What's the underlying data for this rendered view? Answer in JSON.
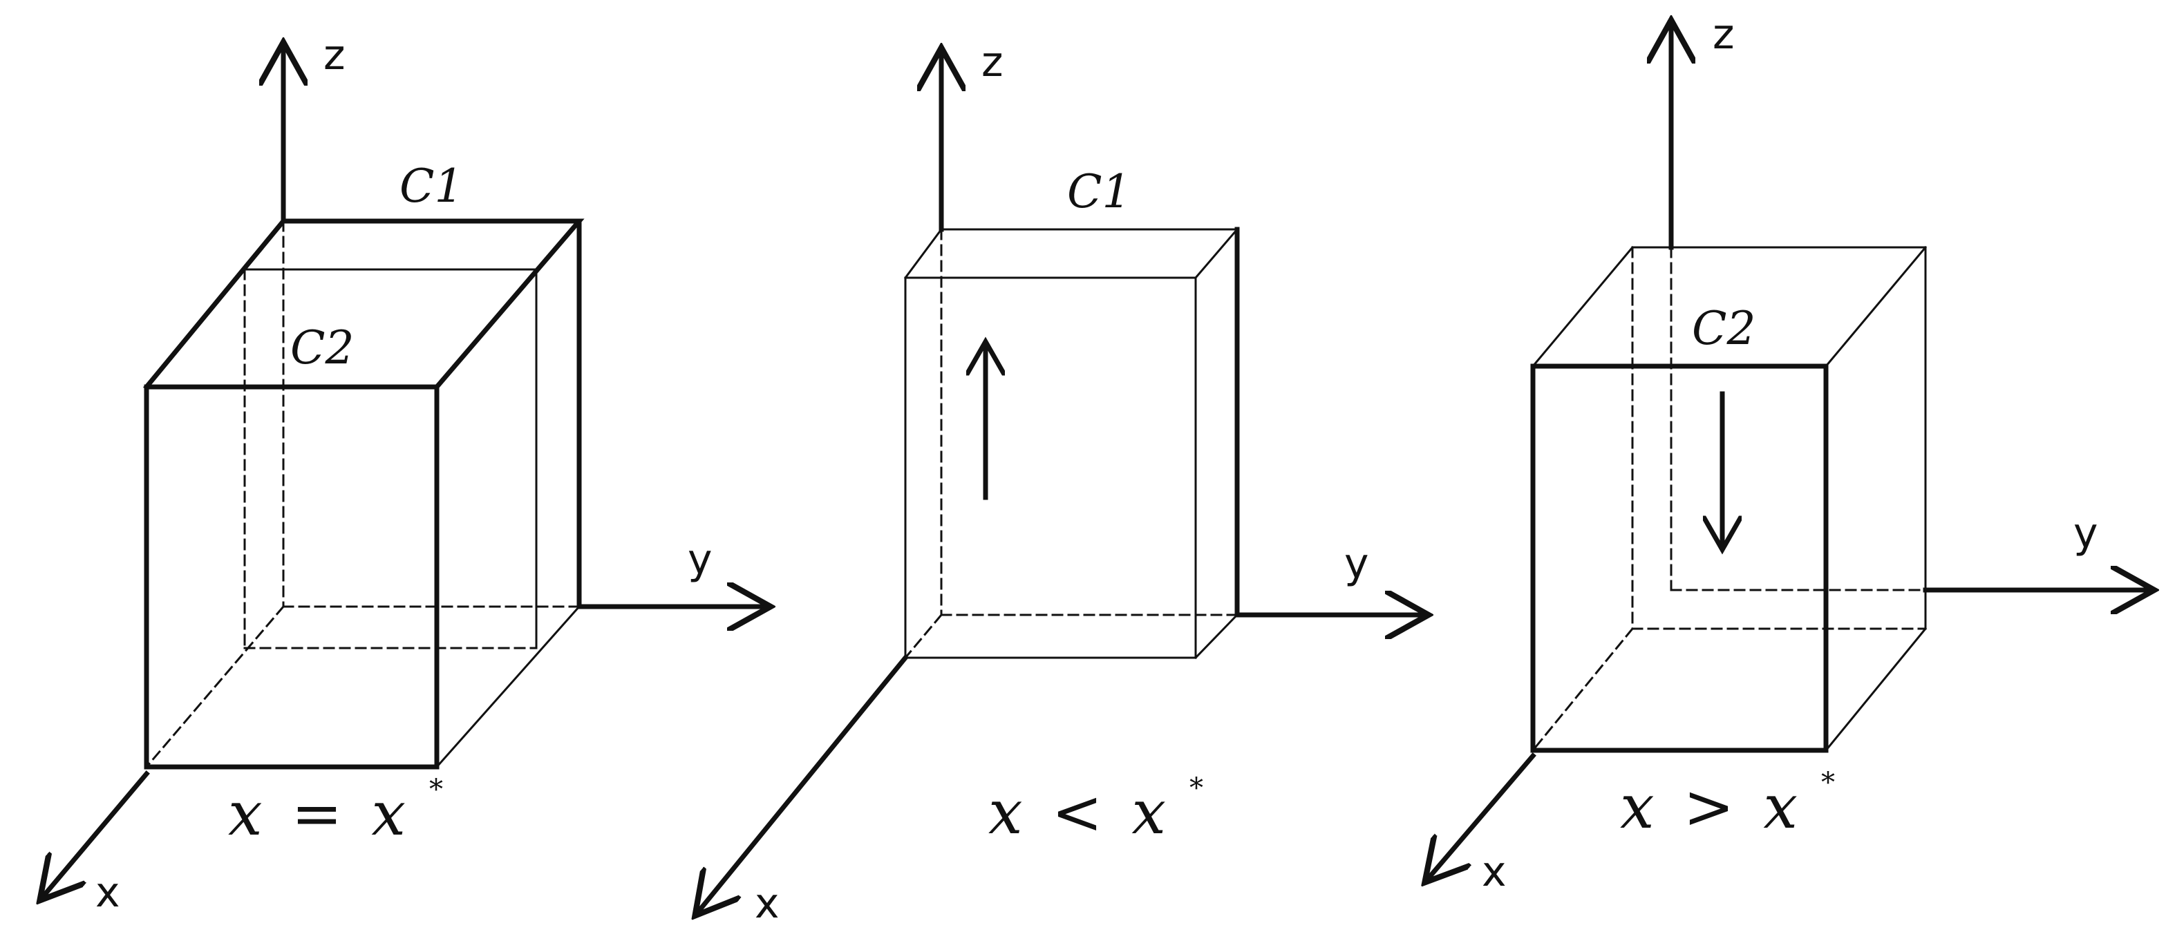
{
  "panels": [
    {
      "id": "equal",
      "axes": {
        "x": "x",
        "y": "y",
        "z": "z"
      },
      "box_labels": {
        "c1": "C1",
        "c2": "C2"
      },
      "condition": {
        "lhs": "x",
        "op": "=",
        "rhs": "x",
        "sup": "*"
      }
    },
    {
      "id": "less",
      "axes": {
        "x": "x",
        "y": "y",
        "z": "z"
      },
      "box_labels": {
        "c1": "C1"
      },
      "arrow_direction": "up",
      "condition": {
        "lhs": "x",
        "op": "<",
        "rhs": "x",
        "sup": "*"
      }
    },
    {
      "id": "greater",
      "axes": {
        "x": "x",
        "y": "y",
        "z": "z"
      },
      "box_labels": {
        "c2": "C2"
      },
      "arrow_direction": "down",
      "condition": {
        "lhs": "x",
        "op": ">",
        "rhs": "x",
        "sup": "*"
      }
    }
  ],
  "colors": {
    "stroke": "#111111",
    "background": "#ffffff"
  }
}
